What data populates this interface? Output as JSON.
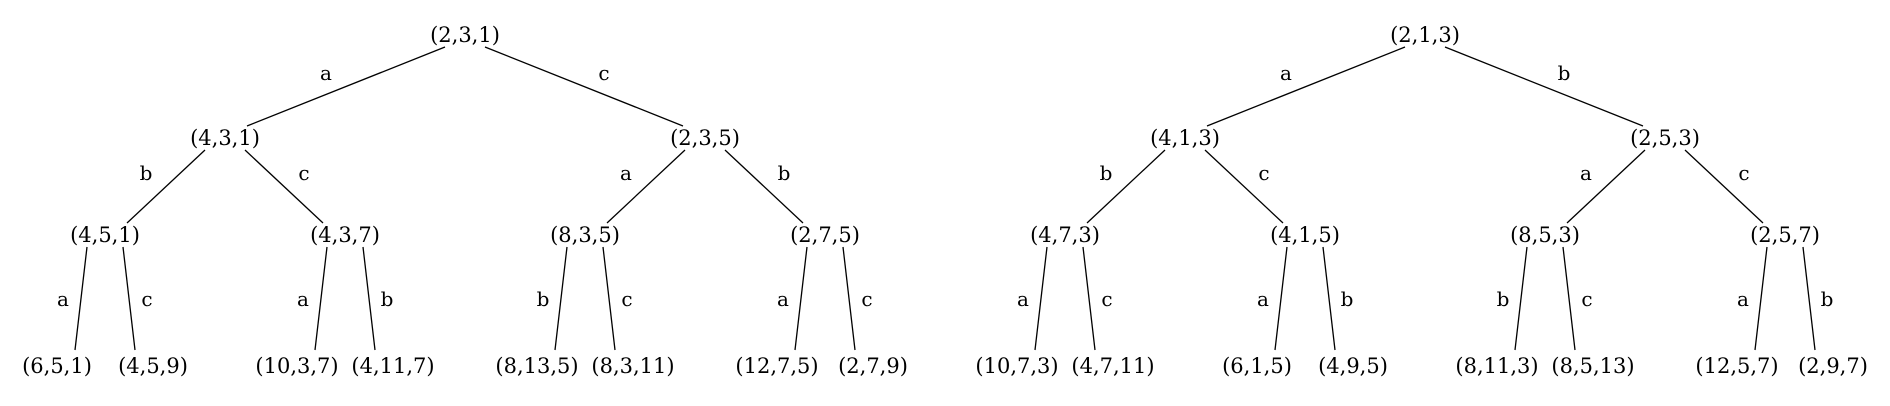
{
  "trees": [
    {
      "root": {
        "label": "(2,3,1)",
        "children": [
          {
            "edge": "a",
            "label": "(4,3,1)",
            "children": [
              {
                "edge": "b",
                "label": "(4,5,1)",
                "children": [
                  {
                    "edge": "a",
                    "label": "(6,5,1)"
                  },
                  {
                    "edge": "c",
                    "label": "(4,5,9)"
                  }
                ]
              },
              {
                "edge": "c",
                "label": "(4,3,7)",
                "children": [
                  {
                    "edge": "a",
                    "label": "(10,3,7)"
                  },
                  {
                    "edge": "b",
                    "label": "(4,11,7)"
                  }
                ]
              }
            ]
          },
          {
            "edge": "c",
            "label": "(2,3,5)",
            "children": [
              {
                "edge": "a",
                "label": "(8,3,5)",
                "children": [
                  {
                    "edge": "b",
                    "label": "(8,13,5)"
                  },
                  {
                    "edge": "c",
                    "label": "(8,3,11)"
                  }
                ]
              },
              {
                "edge": "b",
                "label": "(2,7,5)",
                "children": [
                  {
                    "edge": "a",
                    "label": "(12,7,5)"
                  },
                  {
                    "edge": "c",
                    "label": "(2,7,9)"
                  }
                ]
              }
            ]
          }
        ]
      }
    },
    {
      "root": {
        "label": "(2,1,3)",
        "children": [
          {
            "edge": "a",
            "label": "(4,1,3)",
            "children": [
              {
                "edge": "b",
                "label": "(4,7,3)",
                "children": [
                  {
                    "edge": "a",
                    "label": "(10,7,3)"
                  },
                  {
                    "edge": "c",
                    "label": "(4,7,11)"
                  }
                ]
              },
              {
                "edge": "c",
                "label": "(4,1,5)",
                "children": [
                  {
                    "edge": "a",
                    "label": "(6,1,5)"
                  },
                  {
                    "edge": "b",
                    "label": "(4,9,5)"
                  }
                ]
              }
            ]
          },
          {
            "edge": "b",
            "label": "(2,5,3)",
            "children": [
              {
                "edge": "a",
                "label": "(8,5,3)",
                "children": [
                  {
                    "edge": "b",
                    "label": "(8,11,3)"
                  },
                  {
                    "edge": "c",
                    "label": "(8,5,13)"
                  }
                ]
              },
              {
                "edge": "c",
                "label": "(2,5,7)",
                "children": [
                  {
                    "edge": "a",
                    "label": "(12,5,7)"
                  },
                  {
                    "edge": "b",
                    "label": "(2,9,7)"
                  }
                ]
              }
            ]
          }
        ]
      }
    }
  ]
}
